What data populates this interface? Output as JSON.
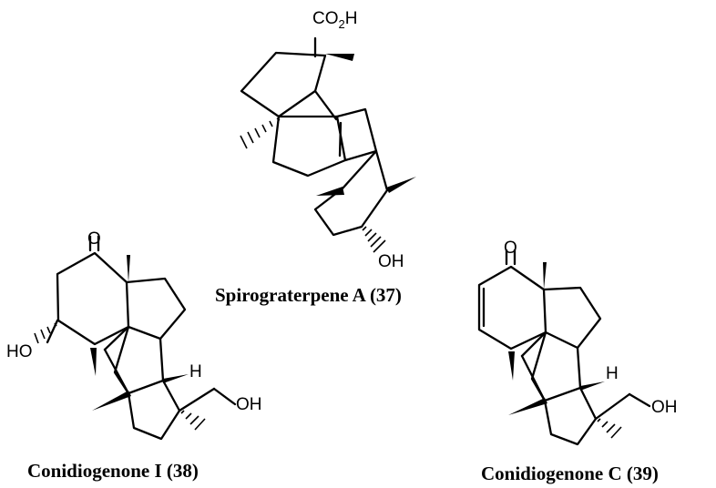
{
  "compounds": [
    {
      "name": "Spirograterpene A (37)",
      "labels": {
        "acid_head": "CO",
        "acid_sub": "2",
        "acid_tail": "H",
        "hydroxyl": "OH"
      }
    },
    {
      "name": "Conidiogenone I (38)",
      "labels": {
        "ketone": "O",
        "hydroxyl_left": "HO",
        "hydrogen": "H",
        "hydroxyl_right": "OH"
      }
    },
    {
      "name": "Conidiogenone C (39)",
      "labels": {
        "ketone": "O",
        "hydrogen": "H",
        "hydroxyl_right": "OH"
      }
    }
  ]
}
